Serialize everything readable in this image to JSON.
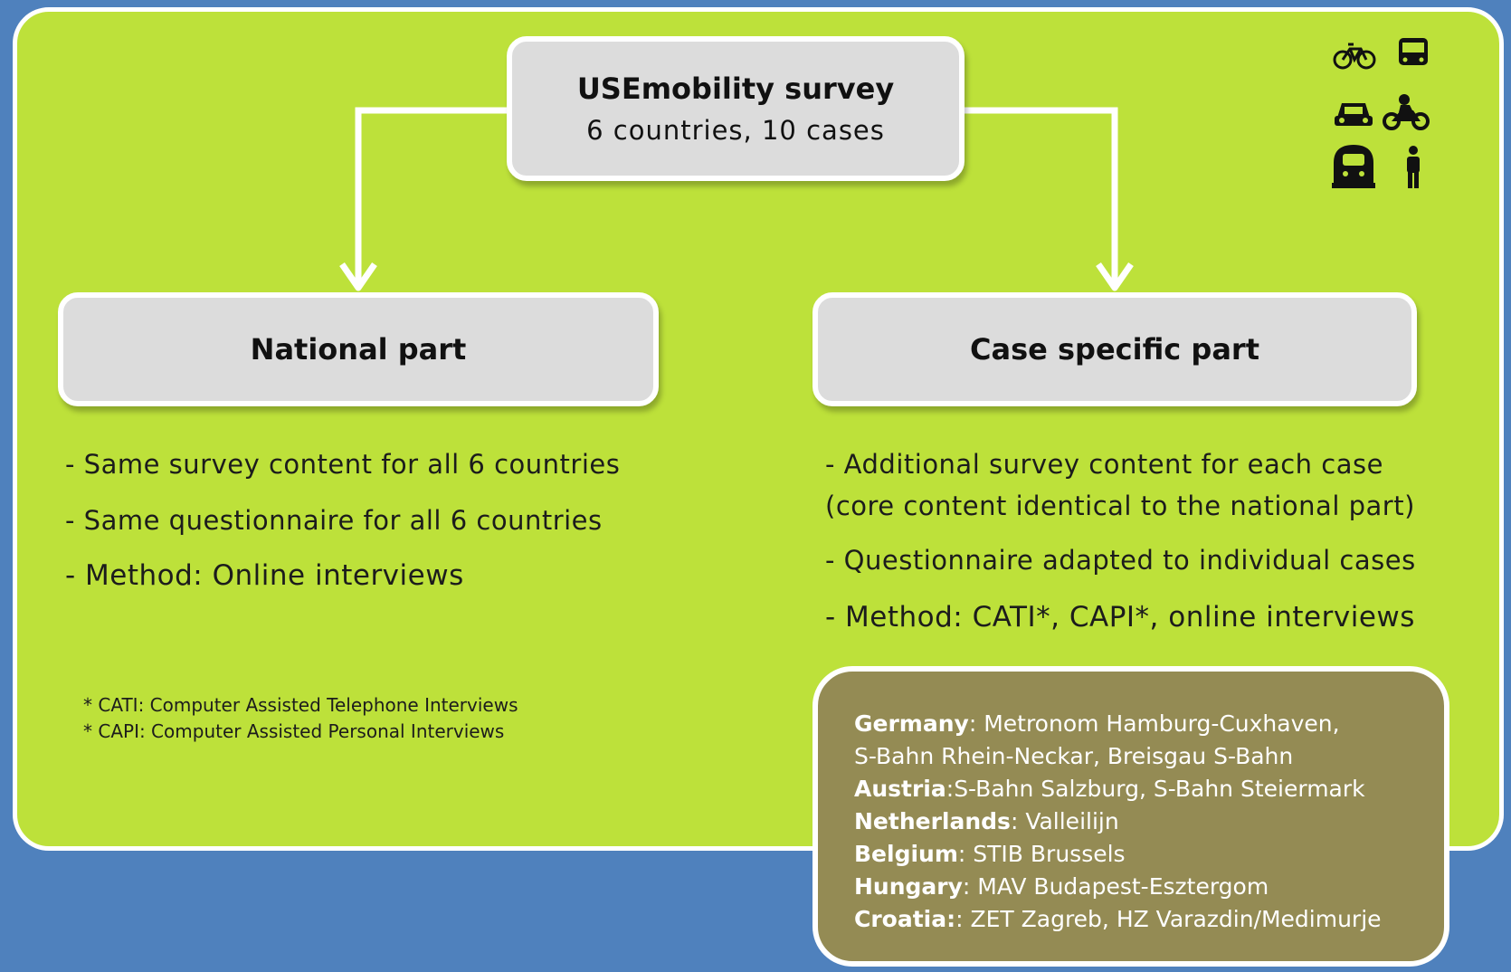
{
  "survey": {
    "title": "USEmobility survey",
    "subtitle": "6 countries, 10 cases"
  },
  "national": {
    "title": "National part",
    "bullets": [
      "- Same survey content for all 6 countries",
      "- Same questionnaire for all 6 countries",
      "- Method: Online interviews"
    ]
  },
  "case_specific": {
    "title": "Case specific part",
    "bullets": [
      "- Additional survey content for each case",
      "(core content identical to the national part)",
      "- Questionnaire adapted to individual cases",
      "- Method: CATI*, CAPI*, online interviews"
    ]
  },
  "footnotes": [
    "* CATI: Computer Assisted Telephone Interviews",
    "* CAPI: Computer Assisted Personal Interviews"
  ],
  "cases": [
    {
      "country": "Germany",
      "sep": ": ",
      "text": "Metronom Hamburg-Cuxhaven,"
    },
    {
      "country": "",
      "sep": "",
      "text": "S-Bahn Rhein-Neckar, Breisgau S-Bahn"
    },
    {
      "country": "Austria",
      "sep": ":",
      "text": "S-Bahn Salzburg, S-Bahn Steiermark"
    },
    {
      "country": "Netherlands",
      "sep": ": ",
      "text": "Valleilijn"
    },
    {
      "country": "Belgium",
      "sep": ": ",
      "text": "STIB Brussels"
    },
    {
      "country": "Hungary",
      "sep": ": ",
      "text": "MAV Budapest-Esztergom"
    },
    {
      "country": "Croatia:",
      "sep": ": ",
      "text": "ZET Zagreb, HZ Varazdin/Medimurje"
    }
  ],
  "icons": [
    "bicycle-icon",
    "bus-icon",
    "car-icon",
    "motorcycle-icon",
    "train-icon",
    "pedestrian-icon"
  ],
  "colors": {
    "background": "#4f81bd",
    "panel": "#bde13a",
    "box": "#dcdcdc",
    "cases_box": "#948b54",
    "connector": "#ffffff"
  }
}
